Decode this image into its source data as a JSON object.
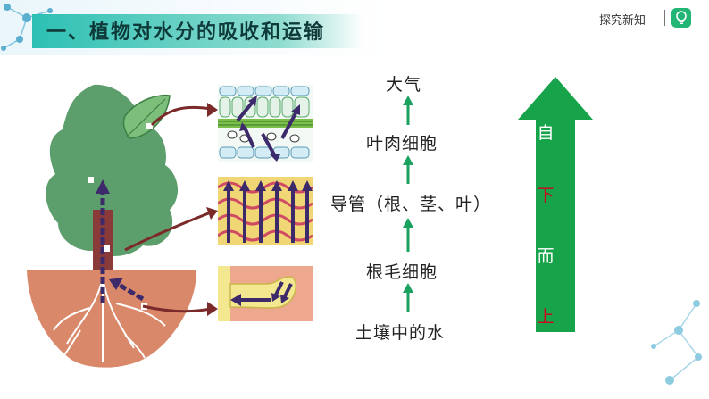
{
  "header": {
    "title": "一、植物对水分的吸收和运输",
    "section": "探究新知",
    "separator": "|"
  },
  "steps": [
    {
      "label": "大气"
    },
    {
      "label": "叶肉细胞"
    },
    {
      "label": "导管（根、茎、叶）"
    },
    {
      "label": "根毛细胞"
    },
    {
      "label": "土壤中的水"
    }
  ],
  "big_arrow": {
    "chars": [
      "自",
      "下",
      "而",
      "上"
    ],
    "char_colors": [
      "#ffffff",
      "#d0021b",
      "#ffffff",
      "#d0021b"
    ],
    "fill": "#16a34a"
  },
  "colors": {
    "accent": "#2cc0b3",
    "arrow_green": "#1aa260",
    "flow_arrow": "#7b2a2a",
    "water_arrow": "#3d2a6b",
    "tree": "#5d9e6d",
    "soil": "#d9896a",
    "bulb": "#22b573"
  },
  "icons": [
    "molecule-decoration-icon",
    "lightbulb-icon",
    "tree-illustration",
    "leaf-cells-icon",
    "xylem-vessel-icon",
    "root-hair-icon"
  ]
}
